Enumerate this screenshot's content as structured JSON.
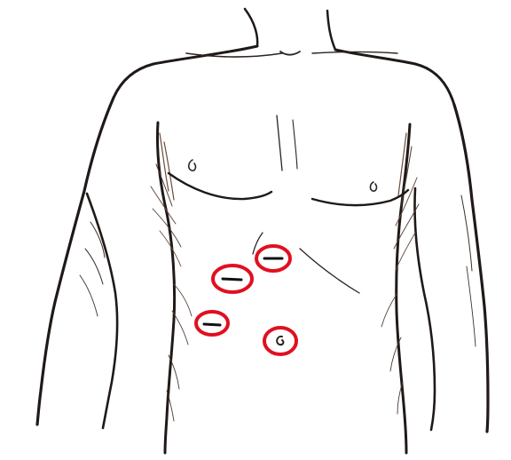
{
  "figure": {
    "ink_color": "#1f1a17",
    "shade_color": "#6a4a3c",
    "marker_color": "#e01020"
  },
  "port_sites": [
    {
      "id": "upper-midline",
      "mark": "horizontal-incision"
    },
    {
      "id": "left-upper",
      "mark": "horizontal-incision"
    },
    {
      "id": "left-lower",
      "mark": "horizontal-incision"
    },
    {
      "id": "umbilical",
      "mark": "round-incision"
    }
  ]
}
